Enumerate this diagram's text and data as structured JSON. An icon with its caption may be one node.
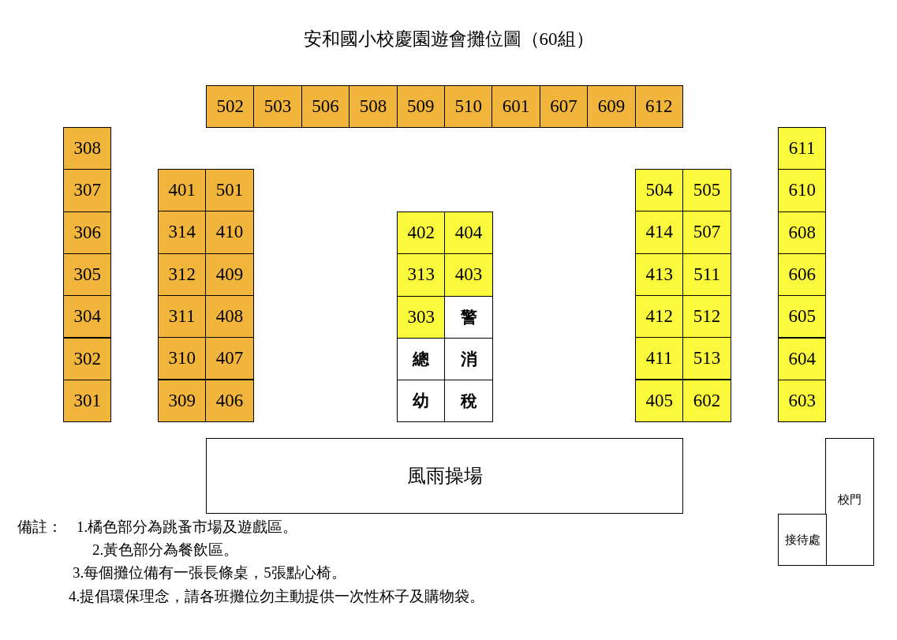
{
  "diagram": {
    "title": "安和國小校慶園遊會攤位圖（60組）",
    "nodes": [
      {
        "text": [
          "502"
        ]
      },
      {
        "text": [
          "503"
        ]
      },
      {
        "text": [
          "506"
        ]
      },
      {
        "text": [
          "508"
        ]
      },
      {
        "text": [
          "509"
        ]
      },
      {
        "text": [
          "510"
        ]
      },
      {
        "text": [
          "601"
        ]
      },
      {
        "text": [
          "607"
        ]
      },
      {
        "text": [
          "609"
        ]
      },
      {
        "text": [
          "612"
        ]
      },
      {
        "text": [
          "308"
        ]
      },
      {
        "text": [
          "307"
        ]
      },
      {
        "text": [
          "306"
        ]
      },
      {
        "text": [
          "305"
        ]
      },
      {
        "text": [
          "304"
        ]
      },
      {
        "text": [
          "302"
        ]
      },
      {
        "text": [
          "301"
        ]
      },
      {
        "text": [
          "401"
        ]
      },
      {
        "text": [
          "501"
        ]
      },
      {
        "text": [
          "314"
        ]
      },
      {
        "text": [
          "410"
        ]
      },
      {
        "text": [
          "312"
        ]
      },
      {
        "text": [
          "409"
        ]
      },
      {
        "text": [
          "311"
        ]
      },
      {
        "text": [
          "408"
        ]
      },
      {
        "text": [
          "310"
        ]
      },
      {
        "text": [
          "407"
        ]
      },
      {
        "text": [
          "309"
        ]
      },
      {
        "text": [
          "406"
        ]
      },
      {
        "text": [
          "402"
        ]
      },
      {
        "text": [
          "404"
        ]
      },
      {
        "text": [
          "313"
        ]
      },
      {
        "text": [
          "403"
        ]
      },
      {
        "text": [
          "303"
        ]
      },
      {
        "text": [
          "警"
        ]
      },
      {
        "text": [
          "總"
        ]
      },
      {
        "text": [
          "消"
        ]
      },
      {
        "text": [
          "幼"
        ]
      },
      {
        "text": [
          "稅"
        ]
      },
      {
        "text": [
          "504"
        ]
      },
      {
        "text": [
          "505"
        ]
      },
      {
        "text": [
          "414"
        ]
      },
      {
        "text": [
          "507"
        ]
      },
      {
        "text": [
          "413"
        ]
      },
      {
        "text": [
          "511"
        ]
      },
      {
        "text": [
          "412"
        ]
      },
      {
        "text": [
          "512"
        ]
      },
      {
        "text": [
          "411"
        ]
      },
      {
        "text": [
          "513"
        ]
      },
      {
        "text": [
          "405"
        ]
      },
      {
        "text": [
          "602"
        ]
      },
      {
        "text": [
          "611"
        ]
      },
      {
        "text": [
          "610"
        ]
      },
      {
        "text": [
          "608"
        ]
      },
      {
        "text": [
          "606"
        ]
      },
      {
        "text": [
          "605"
        ]
      },
      {
        "text": [
          "604"
        ]
      },
      {
        "text": [
          "603"
        ]
      },
      {
        "text": [
          "風雨操場"
        ]
      },
      {
        "text": [
          "校門"
        ]
      },
      {
        "text": [
          "接待處"
        ]
      }
    ],
    "labels": [
      "備註：",
      "1.橘色部分為跳蚤市場及遊戲區。",
      "2.黃色部分為餐飲區。",
      "3.每個攤位備有一張長條桌，5張點心椅。",
      "4.提倡環保理念，請各班攤位勿主動提供一次性杯子及購物袋。"
    ]
  }
}
